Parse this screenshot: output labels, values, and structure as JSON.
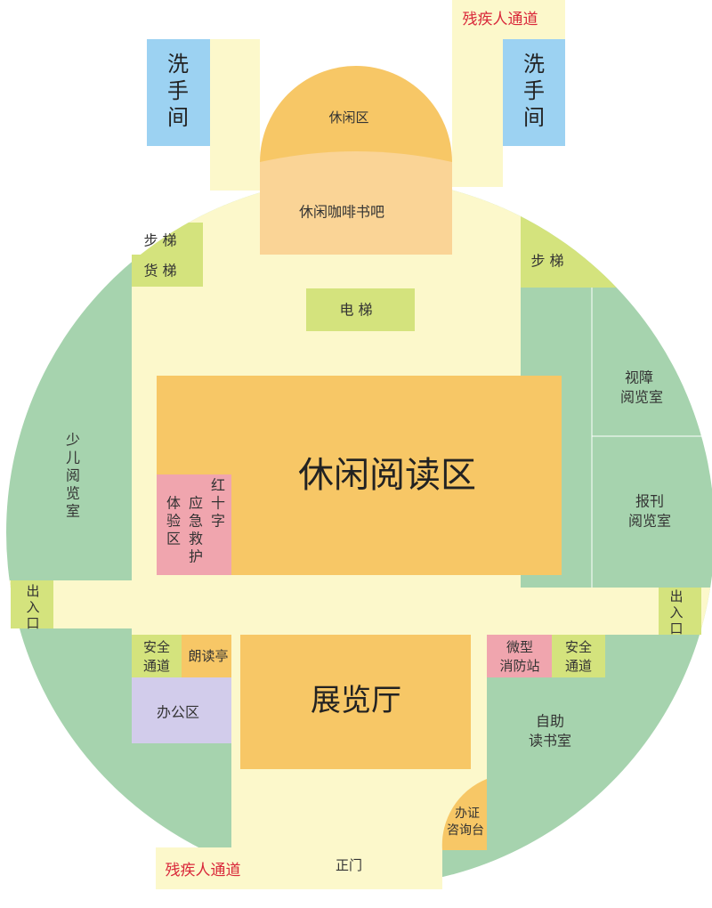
{
  "colors": {
    "corridor": "#FCF8CB",
    "room_green": "#A6D3AE",
    "stairs_yellowgreen": "#D4E37D",
    "orange": "#F7C766",
    "light_orange": "#FAD496",
    "pink": "#F0A5AE",
    "blue": "#9CD2F2",
    "lavender": "#D2CCEB",
    "accessible_text": "#D9283A"
  },
  "labels": {
    "accessible_top": "残疾人通道",
    "accessible_bottom": "残疾人通道",
    "restroom_left": [
      "洗",
      "手",
      "间"
    ],
    "restroom_right": [
      "洗",
      "手",
      "间"
    ],
    "rest_area": "休闲区",
    "cafe": "休闲咖啡书吧",
    "stairs_left": "步 梯",
    "freight_elevator": "货 梯",
    "stairs_right": "步 梯",
    "elevator": "电  梯",
    "main_reading": "休闲阅读区",
    "children_room": [
      "少",
      "儿",
      "阅",
      "览",
      "室"
    ],
    "visual_impaired": [
      "视障",
      "阅览室"
    ],
    "newspaper": [
      "报刊",
      "阅览室"
    ],
    "red_cross_cols": [
      [
        "体",
        "验",
        "区"
      ],
      [
        "应",
        "急",
        "救",
        "护"
      ],
      [
        "红",
        "十",
        "字"
      ]
    ],
    "exit_left": [
      "出",
      "入",
      "口"
    ],
    "exit_right": [
      "出",
      "入",
      "口"
    ],
    "safety_left": [
      "安全",
      "通道"
    ],
    "recital": "朗读亭",
    "office": "办公区",
    "exhibition": "展览厅",
    "fire_station": [
      "微型",
      "消防站"
    ],
    "safety_right": [
      "安全",
      "通道"
    ],
    "self_service": [
      "自助",
      "读书室"
    ],
    "card_desk": [
      "办证",
      "咨询台"
    ],
    "main_gate": "正门"
  }
}
